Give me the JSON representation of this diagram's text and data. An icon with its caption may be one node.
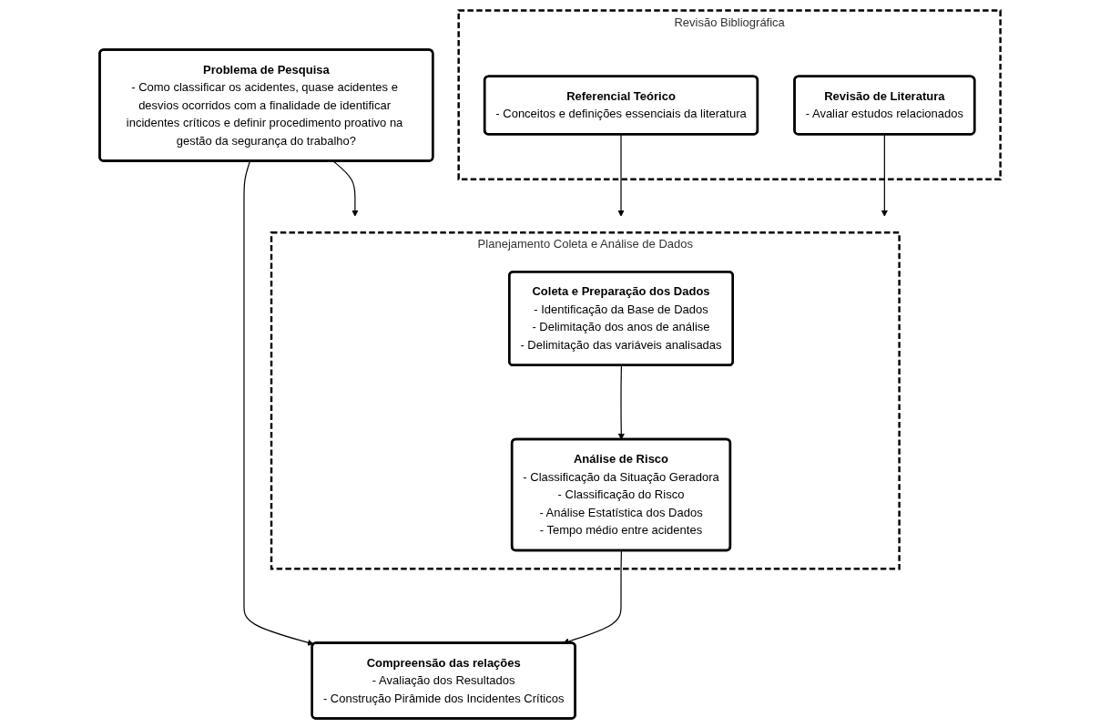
{
  "diagram": {
    "nodes": [
      {
        "text": [
          "Problema de Pesquisa",
          "- Como classificar os acidentes, quase acidentes e desvios ocorridos com a finalidade de identificar incidentes críticos e definir procedimento proativo na gestão da segurança do trabalho?"
        ]
      },
      {
        "text": [
          "Revisão Bibliográfica"
        ]
      },
      {
        "text": [
          "Referencial Teórico",
          "- Conceitos e definições essenciais da literatura"
        ],
        "in": 1
      },
      {
        "text": [
          "Revisão de Literatura",
          "- Avaliar estudos relacionados"
        ],
        "in": 1
      },
      {
        "text": [
          "Planejamento Coleta e Análise de Dados"
        ]
      },
      {
        "text": [
          "Coleta e Preparação dos Dados",
          "-   Identificação da Base de Dados",
          "-   Delimitação dos anos de análise",
          "-   Delimitação das variáveis analisadas"
        ],
        "in": 4
      },
      {
        "text": [
          "Análise de Risco",
          "-   Classificação da Situação Geradora",
          "-   Classificação do Risco",
          "-   Análise Estatística dos Dados",
          "-   Tempo médio entre acidentes"
        ],
        "in": 4
      },
      {
        "text": [
          "Compreensão das relações",
          "-   Avaliação dos Resultados",
          "-   Construção Pirâmide dos Incidentes Críticos"
        ]
      }
    ],
    "edges": [
      {
        "from": 0,
        "to": 4,
        "arrow": "to"
      },
      {
        "from": 0,
        "to": 7,
        "arrow": "to"
      },
      {
        "from": 2,
        "to": 4,
        "arrow": "to"
      },
      {
        "from": 3,
        "to": 4,
        "arrow": "to"
      },
      {
        "from": 5,
        "to": 6,
        "arrow": "to"
      },
      {
        "from": 6,
        "to": 7,
        "arrow": "to"
      }
    ]
  }
}
